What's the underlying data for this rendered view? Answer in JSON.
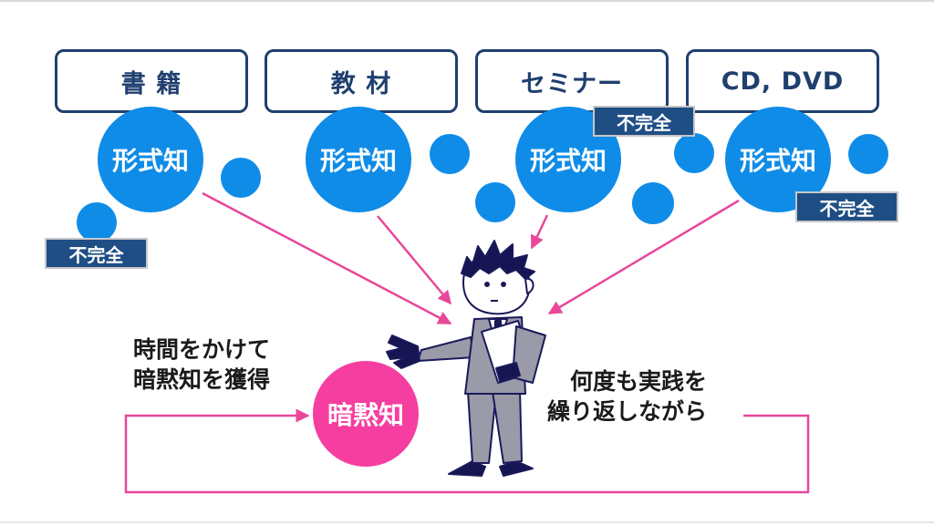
{
  "sources": [
    {
      "label": "書 籍",
      "bubble": "形式知"
    },
    {
      "label": "教 材",
      "bubble": "形式知"
    },
    {
      "label": "セミナー",
      "bubble": "形式知"
    },
    {
      "label": "CD, DVD",
      "bubble": "形式知"
    }
  ],
  "badges": [
    "不完全",
    "不完全",
    "不完全"
  ],
  "tacit_label": "暗黙知",
  "left_caption": [
    "時間をかけて",
    "暗黙知を獲得"
  ],
  "right_caption": [
    "何度も実践を",
    "繰り返しながら"
  ],
  "colors": {
    "navy": "#1f3f6e",
    "bubble_blue": "#0f8ce8",
    "badge_blue": "#1f4e84",
    "pink": "#f53ea0",
    "arrow_pink": "#e8479a"
  }
}
